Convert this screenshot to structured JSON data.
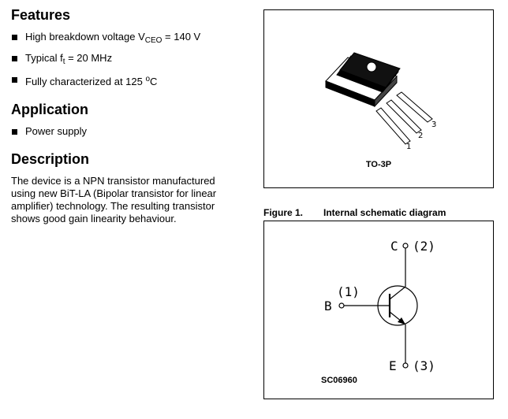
{
  "features": {
    "title": "Features",
    "items": [
      {
        "pre": "High breakdown voltage V",
        "sub": "CEO",
        "post": " = 140 V"
      },
      {
        "pre": "Typical f",
        "sub": "t",
        "post": " = 20 MHz"
      },
      {
        "pre": "Fully characterized at 125 ",
        "sup": "o",
        "post": "C"
      }
    ]
  },
  "application": {
    "title": "Application",
    "items": [
      "Power supply"
    ]
  },
  "description": {
    "title": "Description",
    "text": "The device is a NPN transistor manufactured using new BiT-LA (Bipolar transistor for linear amplifier) technology. The resulting transistor shows good gain linearity behaviour."
  },
  "package": {
    "label": "TO-3P",
    "pins": [
      "1",
      "2",
      "3"
    ]
  },
  "figure": {
    "number": "Figure 1.",
    "title": "Internal schematic diagram",
    "collector_label": "C",
    "collector_pin": "(2)",
    "base_label": "B",
    "base_pin": "(1)",
    "emitter_label": "E",
    "emitter_pin": "(3)",
    "reference": "SC06960"
  }
}
